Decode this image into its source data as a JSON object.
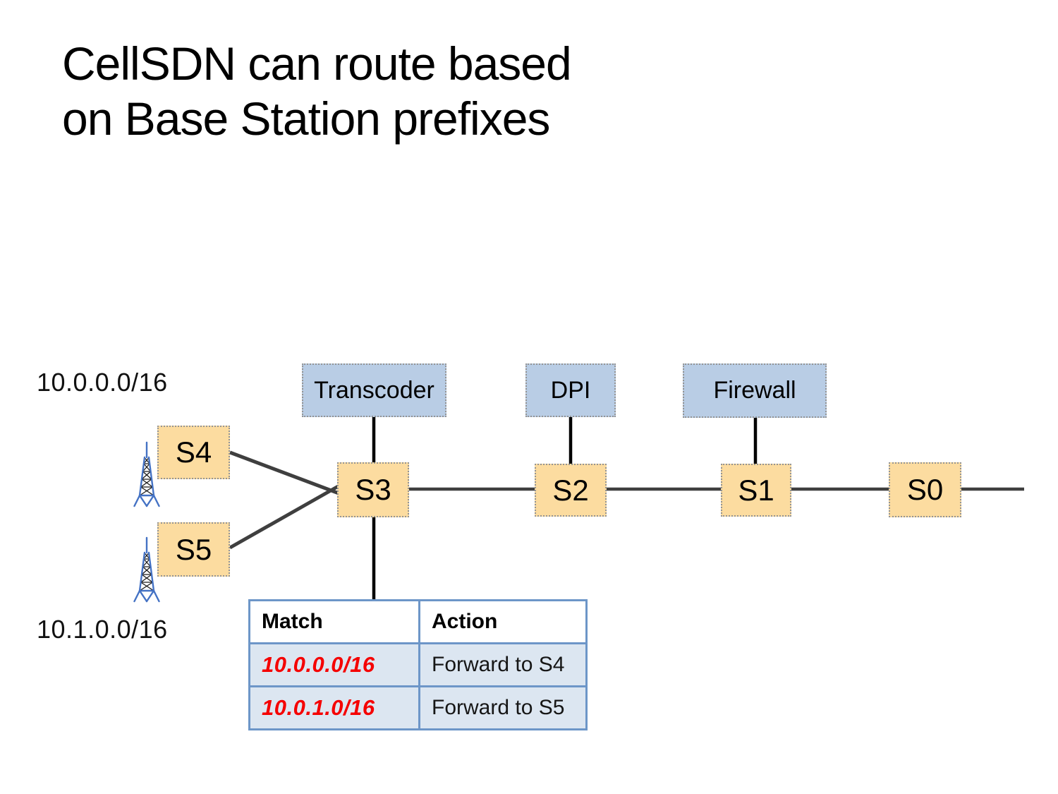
{
  "slide": {
    "title": "CellSDN can route based\non Base Station prefixes"
  },
  "annotations": {
    "prefix_top": "10.0.0.0/16",
    "prefix_bottom": "10.1.0.0/16"
  },
  "middleboxes": [
    {
      "label": "Transcoder"
    },
    {
      "label": "DPI"
    },
    {
      "label": "Firewall"
    }
  ],
  "switches": [
    {
      "label": "S4"
    },
    {
      "label": "S5"
    },
    {
      "label": "S3"
    },
    {
      "label": "S2"
    },
    {
      "label": "S1"
    },
    {
      "label": "S0"
    }
  ],
  "flow_table": {
    "columns": [
      "Match",
      "Action"
    ],
    "rows": [
      {
        "match": "10.0.0.0/16",
        "action": "Forward to S4"
      },
      {
        "match": "10.0.1.0/16",
        "action": "Forward to S5"
      }
    ]
  },
  "icons": {
    "tower": "cell-tower-icon"
  },
  "colors": {
    "middlebox_fill": "#B9CDE5",
    "switch_fill": "#FCDCA0",
    "table_row_fill": "#DCE6F1",
    "table_border": "#6D96C8",
    "match_red": "#F50000",
    "connector_gray": "#3F3F3F",
    "connector_black": "#000000",
    "tower_blue": "#4472C4"
  }
}
